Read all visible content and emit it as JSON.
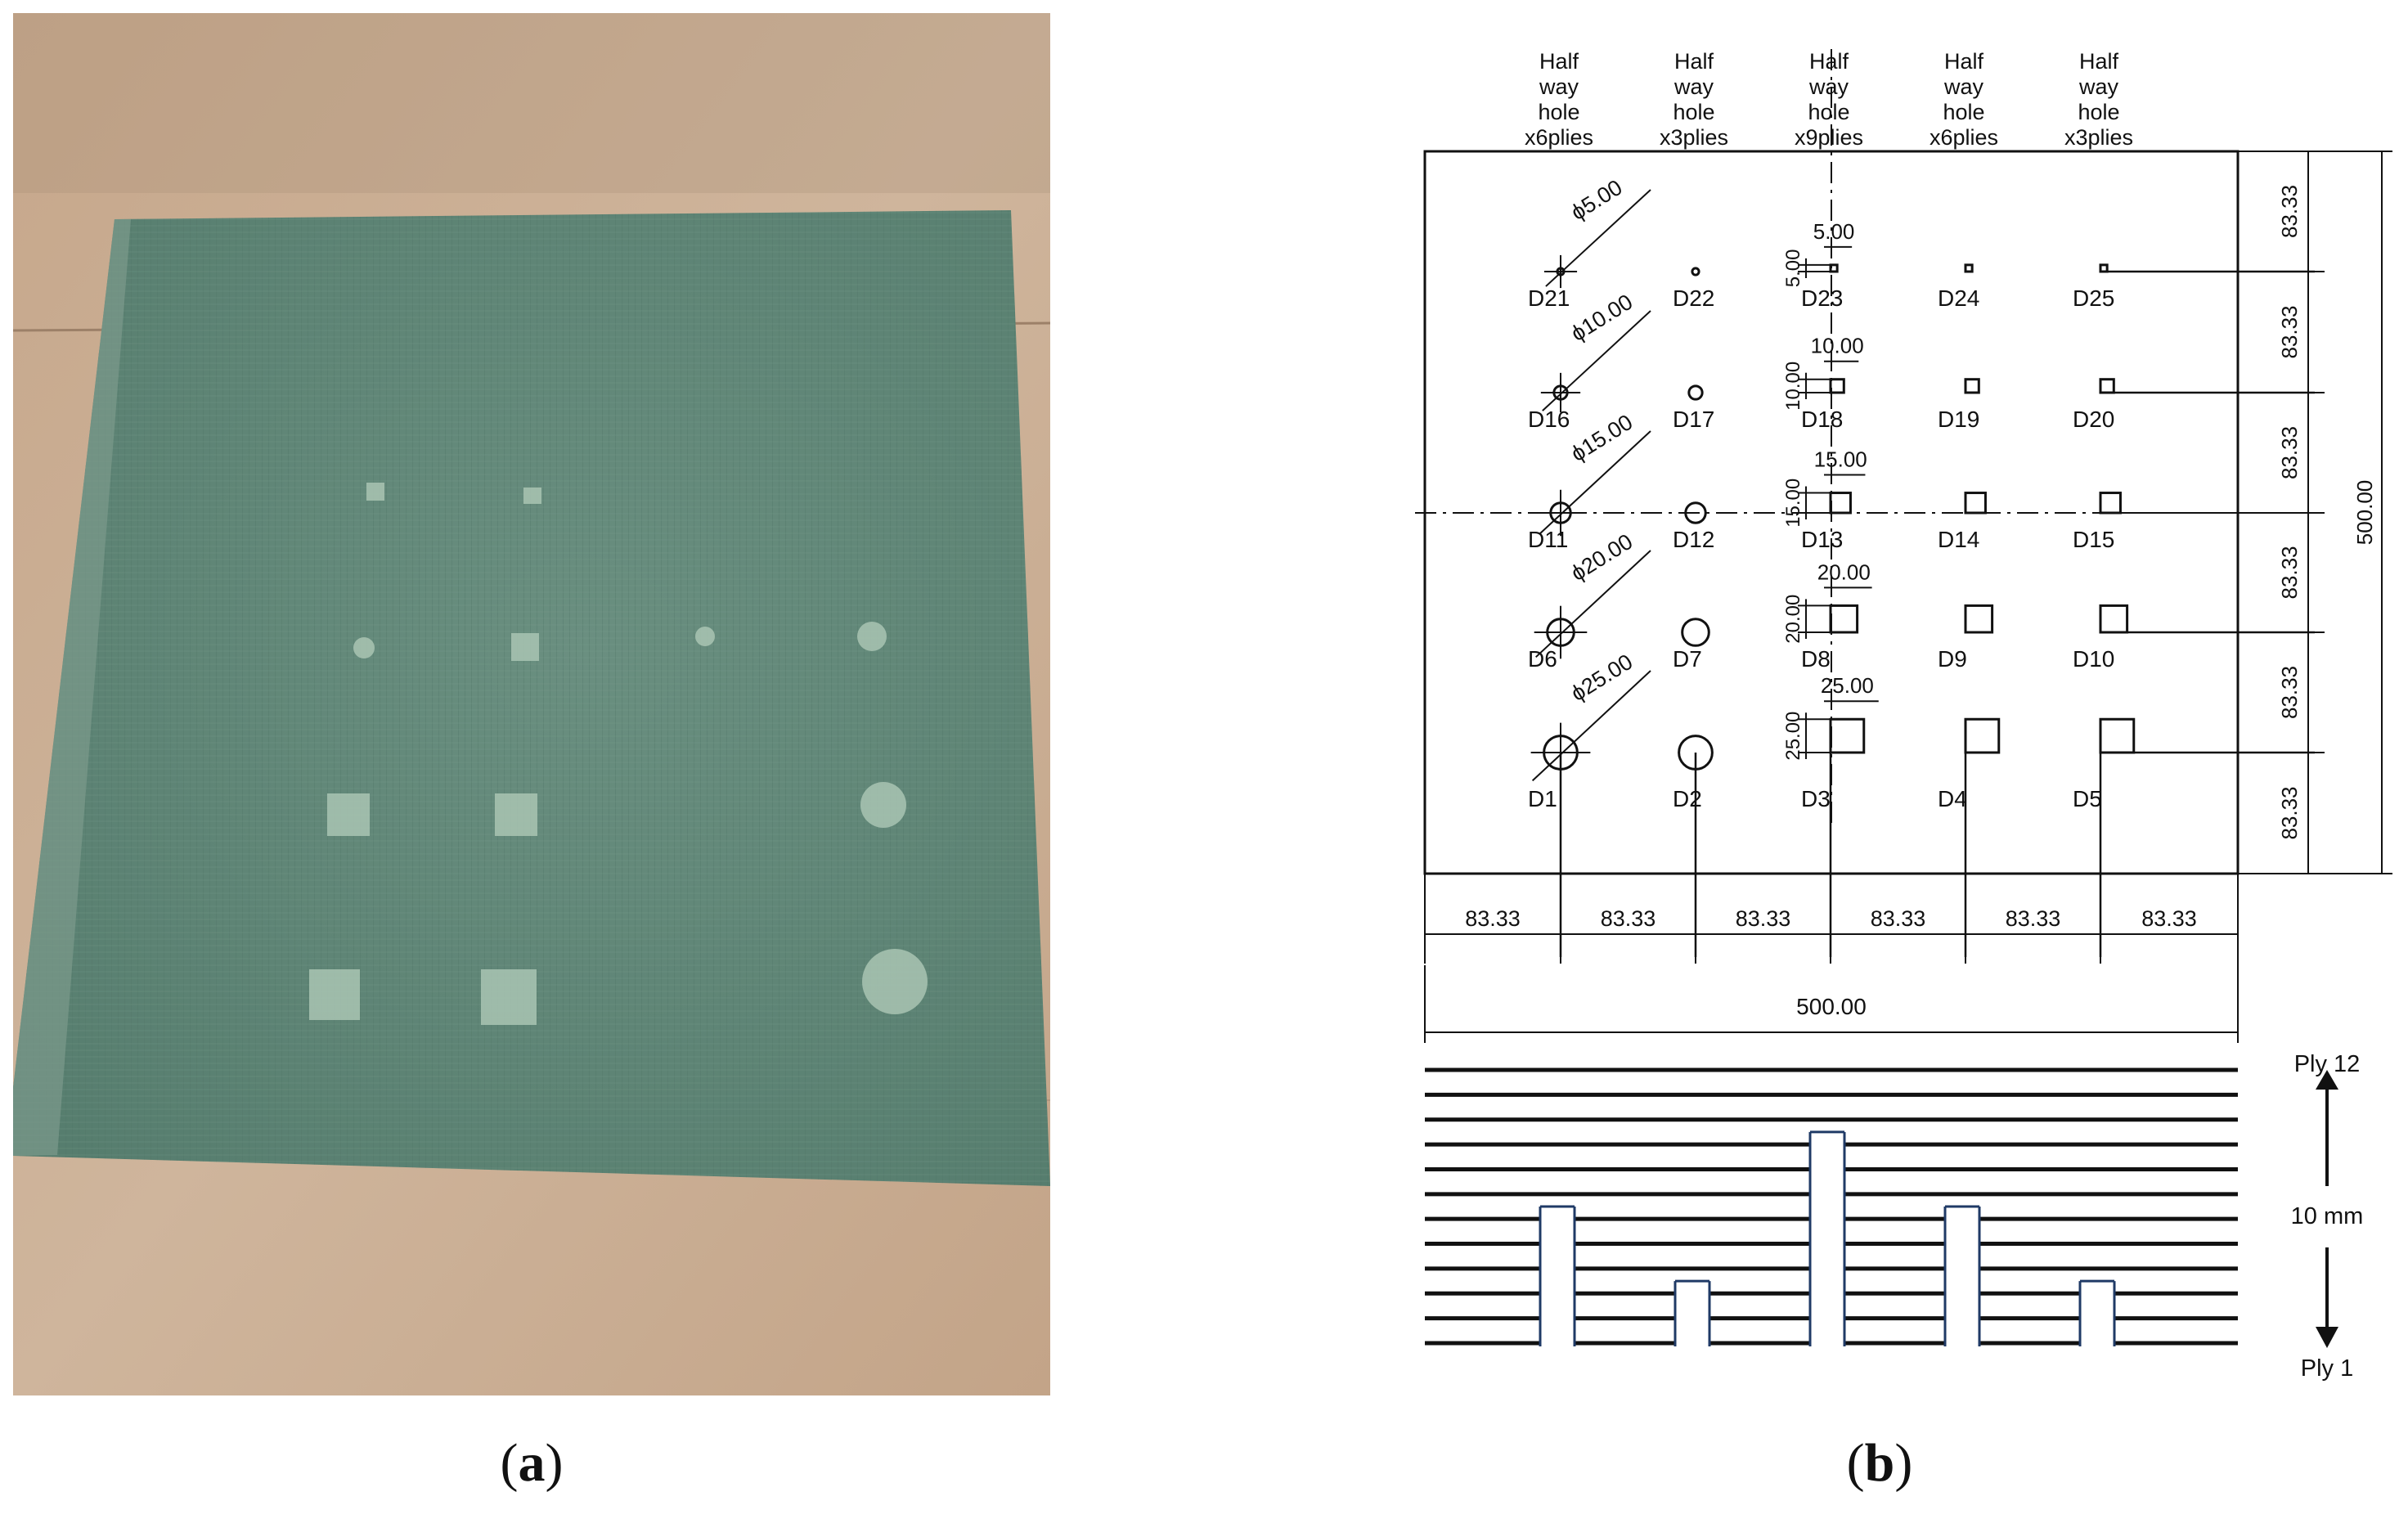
{
  "captions": {
    "a": {
      "letter": "a"
    },
    "b": {
      "letter": "b"
    }
  },
  "photo": {
    "description_name": "composite-panel-photo",
    "colors": {
      "background": "#c9ab8f",
      "panel": "#5f8677",
      "defect": "#a9c4b3"
    }
  },
  "drawing": {
    "column_headers": [
      [
        "Half",
        "way",
        "hole",
        "x6plies"
      ],
      [
        "Half",
        "way",
        "hole",
        "x3plies"
      ],
      [
        "Half",
        "way",
        "hole",
        "x9plies"
      ],
      [
        "Half",
        "way",
        "hole",
        "x6plies"
      ],
      [
        "Half",
        "way",
        "hole",
        "x3plies"
      ]
    ],
    "rows": [
      {
        "labels": [
          "D21",
          "D22",
          "D23",
          "D24",
          "D25"
        ],
        "circle_dim": "ϕ5.00",
        "square_dim": "5.00",
        "size": 5
      },
      {
        "labels": [
          "D16",
          "D17",
          "D18",
          "D19",
          "D20"
        ],
        "circle_dim": "ϕ10.00",
        "square_dim": "10.00",
        "size": 10
      },
      {
        "labels": [
          "D11",
          "D12",
          "D13",
          "D14",
          "D15"
        ],
        "circle_dim": "ϕ15.00",
        "square_dim": "15.00",
        "size": 15
      },
      {
        "labels": [
          "D6",
          "D7",
          "D8",
          "D9",
          "D10"
        ],
        "circle_dim": "ϕ20.00",
        "square_dim": "20.00",
        "size": 20
      },
      {
        "labels": [
          "D1",
          "D2",
          "D3",
          "D4",
          "D5"
        ],
        "circle_dim": "ϕ25.00",
        "square_dim": "25.00",
        "size": 25
      }
    ],
    "spacing_labels": [
      "83.33",
      "83.33",
      "83.33",
      "83.33",
      "83.33",
      "83.33"
    ],
    "vertical_spacing_labels": [
      "83.33",
      "83.33",
      "83.33",
      "83.33",
      "83.33",
      "83.33"
    ],
    "total_width_label": "500.00",
    "total_height_label": "500.00"
  },
  "plies": {
    "count": 12,
    "top_label": "Ply 12",
    "bottom_label": "Ply 1",
    "thickness_label": "10 mm",
    "hole_depths_in_plies": [
      6,
      3,
      9,
      6,
      3
    ]
  }
}
